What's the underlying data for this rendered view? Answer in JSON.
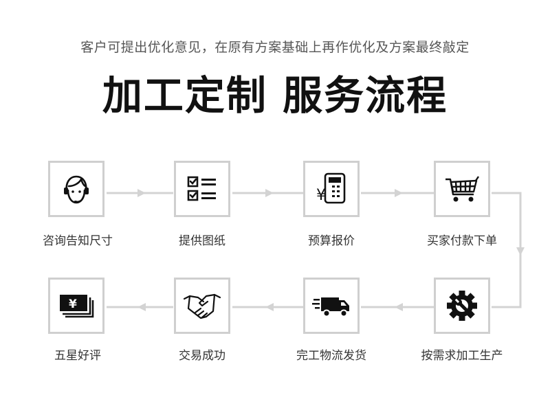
{
  "header": {
    "subtitle": "客户可提出优化意见，在原有方案基础上再作优化及方案最终敲定",
    "title": "加工定制  服务流程"
  },
  "steps": [
    {
      "label": "咨询告知尺寸",
      "icon": "customer-service-icon"
    },
    {
      "label": "提供图纸",
      "icon": "checklist-icon"
    },
    {
      "label": "预算报价",
      "icon": "price-calculator-icon"
    },
    {
      "label": "买家付款下单",
      "icon": "shopping-cart-icon"
    },
    {
      "label": "按需求加工生产",
      "icon": "gear-wrench-icon"
    },
    {
      "label": "完工物流发货",
      "icon": "delivery-truck-icon"
    },
    {
      "label": "交易成功",
      "icon": "handshake-icon"
    },
    {
      "label": "五星好评",
      "icon": "yen-banknotes-icon"
    }
  ],
  "colors": {
    "icon": "#111111",
    "box_border": "#cfcfcf",
    "connector": "#cfcfcf"
  }
}
